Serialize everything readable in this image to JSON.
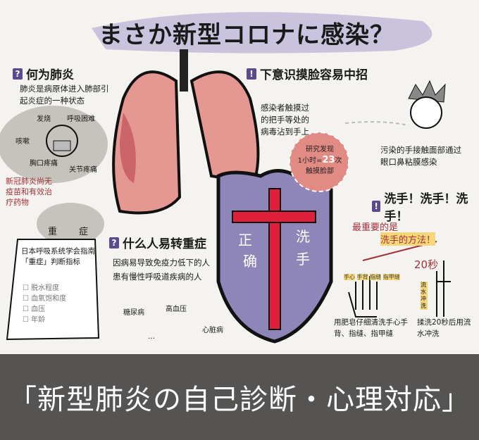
{
  "title": "まさか新型コロナに感染？",
  "banner": "「新型肺炎の自己診断・心理対応」",
  "section_pneumonia": {
    "heading": "何为肺炎",
    "bullet": "肺炎是病原体进入肺部引起炎症的一种状态",
    "symptoms": [
      "发烧",
      "呼吸困难",
      "咳嗽",
      "胸口疼痛",
      "关节疼痛"
    ],
    "note": "新冠肺炎尚无疫苗和有效治疗药物",
    "severe": [
      "重",
      "症"
    ],
    "guide_title": "日本呼吸系统学会指南「重症」判断指标",
    "checklist": [
      "脱水程度",
      "血氧饱和度",
      "血压",
      "年龄"
    ]
  },
  "section_touch": {
    "heading": "下意识摸脸容易中招",
    "bullet1": "感染者触摸过的把手等处的病毒沾到手上",
    "circle": [
      "研究发现",
      "1小时=",
      "23",
      "次",
      "触摸脸部"
    ],
    "bullet2": "污染的手接触面部通过眼口鼻粘膜感染"
  },
  "section_severe": {
    "heading": "什么人易转重症",
    "bullets": [
      "因病易导致免疫力低下的人",
      "患有慢性呼吸道疾病的人"
    ],
    "diseases": [
      "糖尿病",
      "高血压",
      "心脏病",
      "…"
    ]
  },
  "shield": {
    "chars": [
      "正",
      "确",
      "洗",
      "手"
    ]
  },
  "section_wash": {
    "heading": "洗手！洗手！洗手！",
    "emphasis": [
      "最重要的是",
      "洗手的方法！"
    ],
    "hand_labels": [
      "手心",
      "手背",
      "指缝",
      "指甲缝"
    ],
    "time": "20秒",
    "rinse_label": "流水冲洗",
    "bullet1": "用肥皂仔细清洗手心手背、指缝、指甲缝",
    "bullet2": "揉洗20秒后用流水冲洗"
  },
  "colors": {
    "purple": "#5b4a8e",
    "shield": "#8e86b8",
    "cross": "#e0203a",
    "lung": "#e08c88",
    "banner": "#555453"
  }
}
